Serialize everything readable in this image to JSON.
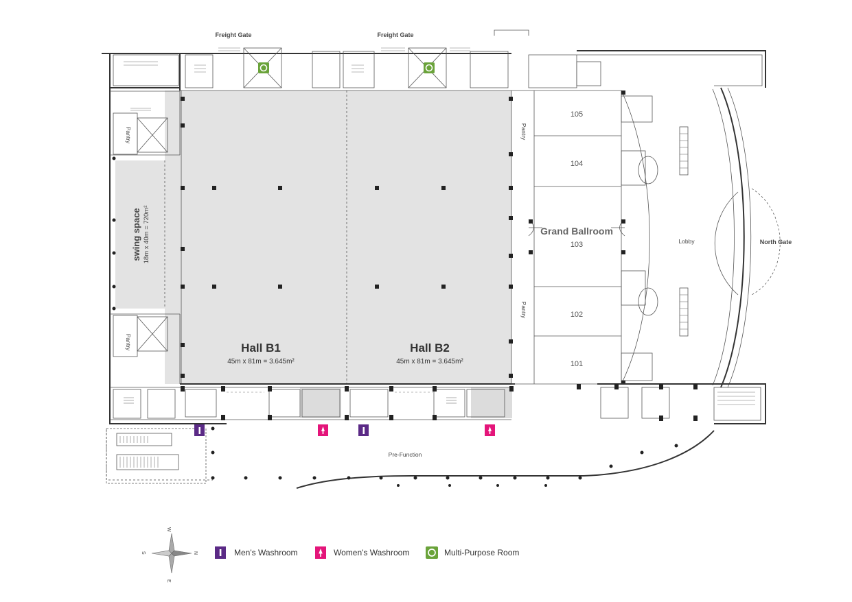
{
  "halls": [
    {
      "id": "b1",
      "title": "Hall B1",
      "dimension": "45m x 81m = 3.645m²"
    },
    {
      "id": "b2",
      "title": "Hall B2",
      "dimension": "45m x 81m = 3.645m²"
    }
  ],
  "swing_space": {
    "title": "swing space",
    "dimension": "18m x 40m = 720m²"
  },
  "ballroom": {
    "title": "Grand Ballroom",
    "rooms": [
      "105",
      "104",
      "103",
      "102",
      "101"
    ]
  },
  "labels": {
    "freight_gate_1": "Freight Gate",
    "freight_gate_2": "Freight Gate",
    "north_gate": "North Gate",
    "lobby": "Lobby",
    "pre_function": "Pre-Function",
    "pantry_1": "Pantry",
    "pantry_2": "Pantry",
    "pantry_3": "Pantry",
    "pantry_4": "Pantry"
  },
  "compass": {
    "n": "N",
    "s": "S",
    "e": "E",
    "w": "W"
  },
  "legend": [
    {
      "icon": "mens-washroom-icon",
      "label": "Men's Washroom",
      "color": "#5b2a86"
    },
    {
      "icon": "womens-washroom-icon",
      "label": "Women's Washroom",
      "color": "#e4157a"
    },
    {
      "icon": "multi-purpose-room-icon",
      "label": "Multi-Purpose Room",
      "color": "#6aa33a"
    }
  ],
  "colors": {
    "hall_fill": "#e3e3e3",
    "mens": "#5b2a86",
    "womens": "#e4157a",
    "multi": "#6aa33a"
  }
}
